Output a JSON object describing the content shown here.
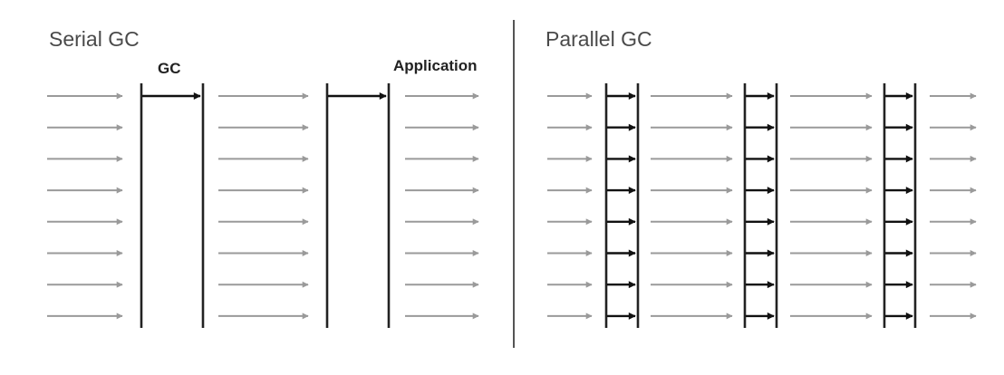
{
  "serial": {
    "title": "Serial GC",
    "gc_label": "GC",
    "app_label": "Application",
    "threads": 8,
    "gc_pauses": 2,
    "gc_working_threads": 1
  },
  "parallel": {
    "title": "Parallel GC",
    "threads": 8,
    "gc_pauses": 3,
    "gc_working_threads": 8
  },
  "colors": {
    "app_arrow": "#9a9a9a",
    "gc_arrow": "#111111",
    "gc_bar": "#222222",
    "divider": "#555555",
    "title": "#4a4a4a"
  }
}
